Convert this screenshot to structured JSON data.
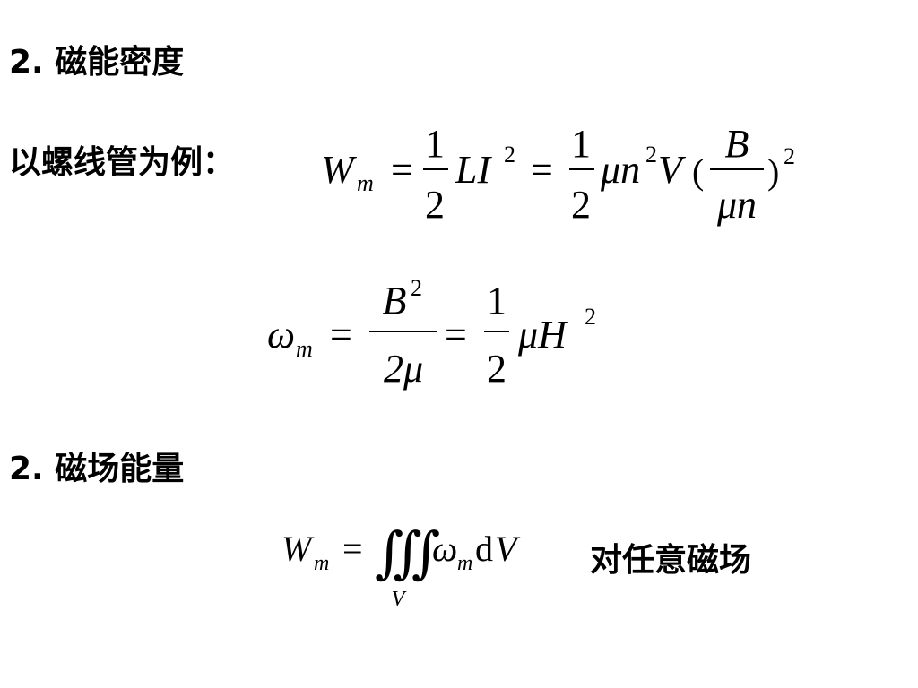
{
  "section1": {
    "heading": "2. 磁能密度",
    "lead": "以螺线管为例："
  },
  "section2": {
    "heading": "2. 磁场能量",
    "note": "对任意磁场"
  },
  "eq1": {
    "lhs": "W",
    "lhs_sub": "m",
    "eq": "=",
    "frac1_num": "1",
    "frac1_den": "2",
    "term1": "LI",
    "term1_sup": "2",
    "frac2_num": "1",
    "frac2_den": "2",
    "term2_a": "μn",
    "term2_a_sup": "2",
    "term2_b": "V",
    "paren_open": "(",
    "inner_num": "B",
    "inner_den": "μn",
    "paren_close": ")",
    "outer_sup": "2"
  },
  "eq2": {
    "lhs": "ω",
    "lhs_sub": "m",
    "eq": "=",
    "frac1_num": "B",
    "frac1_num_sup": "2",
    "frac1_den": "2μ",
    "frac2_num": "1",
    "frac2_den": "2",
    "term": "μH",
    "term_sup": "2"
  },
  "eq3": {
    "lhs": "W",
    "lhs_sub": "m",
    "eq": "=",
    "integral": "∭",
    "integral_sub": "V",
    "integrand": "ω",
    "integrand_sub": "m",
    "diff_d": "d",
    "diff_v": "V"
  }
}
